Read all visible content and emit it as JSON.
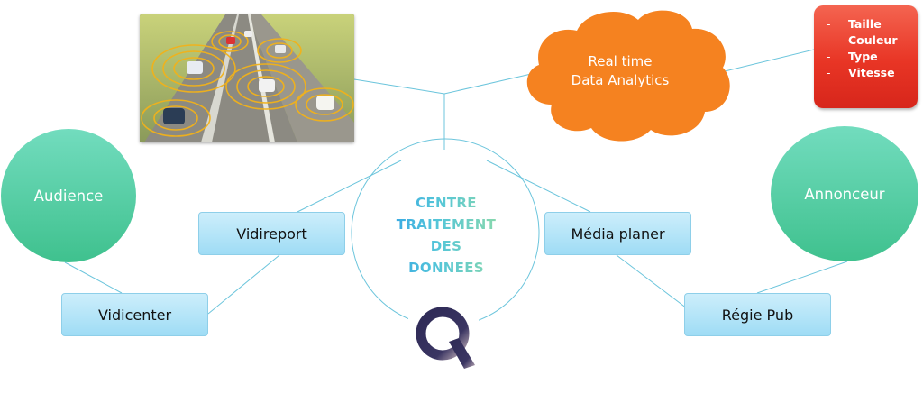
{
  "cloud": {
    "line1": "Real time",
    "line2": "Data Analytics"
  },
  "attributes": [
    "Taille",
    "Couleur",
    "Type",
    "Vitesse"
  ],
  "nodes": {
    "audience": "Audience",
    "annonceur": "Annonceur",
    "vidireport": "Vidireport",
    "vidicenter": "Vidicenter",
    "media_planer": "Média planer",
    "regie_pub": "Régie Pub"
  },
  "centre": [
    "CENTRE",
    "TRAITEMENT",
    "DES",
    "DONNEES"
  ],
  "icons": {
    "logo": "q-logo",
    "photo": "traffic-sensor-image",
    "cloud": "cloud-shape"
  },
  "colors": {
    "links": "#6cc5dc",
    "cloud": "#f58220",
    "attributes_box": "#e83525",
    "ellipse": "#4cc897",
    "node_fill": "#b8e6f8",
    "logo": "#2e2a56"
  }
}
